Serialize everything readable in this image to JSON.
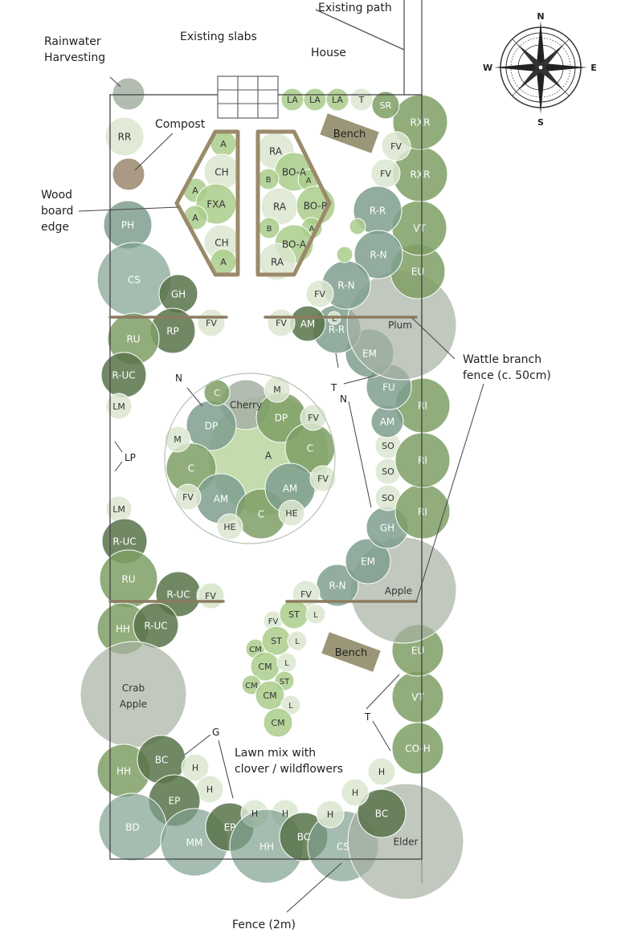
{
  "colors": {
    "pale": "#dbe6cf",
    "light": "#a9cc8a",
    "mid": "#7e9f65",
    "dark": "#58734a",
    "teal": "#7f9f8e",
    "grey": "#a6b0a2",
    "brown": "#9a8770",
    "wood": "#9b8a6a",
    "bench": "#9b9677",
    "line": "#555555"
  },
  "compass": {
    "n": "N",
    "s": "S",
    "e": "E",
    "w": "W"
  },
  "labels": {
    "existing_path": "Existing path",
    "existing_slabs": "Existing slabs",
    "house": "House",
    "rainwater": [
      "Rainwater",
      "Harvesting"
    ],
    "compost": "Compost",
    "wood_board_edge": [
      "Wood",
      "board",
      "edge"
    ],
    "wattle": [
      "Wattle branch",
      "fence (c. 50cm)"
    ],
    "lawn": [
      "Lawn mix with",
      "clover / wildflowers"
    ],
    "fence": "Fence (2m)",
    "bench": "Bench",
    "n": "N",
    "t": "T",
    "lp": "LP",
    "g": "G"
  },
  "plants": [
    {
      "label": "",
      "tone": "grey"
    },
    {
      "label": "RR",
      "tone": "pale"
    },
    {
      "label": "",
      "tone": "brown"
    },
    {
      "label": "PH",
      "tone": "teal"
    },
    {
      "label": "CS",
      "tone": "teal"
    },
    {
      "label": "GH",
      "tone": "dark"
    },
    {
      "label": "RP",
      "tone": "dark"
    },
    {
      "label": "RU",
      "tone": "mid"
    },
    {
      "label": "R-UC",
      "tone": "dark"
    },
    {
      "label": "LM",
      "tone": "pale"
    },
    {
      "label": "LM",
      "tone": "pale"
    },
    {
      "label": "R-UC",
      "tone": "dark"
    },
    {
      "label": "RU",
      "tone": "mid"
    },
    {
      "label": "R-UC",
      "tone": "dark"
    },
    {
      "label": "HH",
      "tone": "mid"
    },
    {
      "label": "R-UC",
      "tone": "dark"
    },
    {
      "label": "Crab",
      "tone": "grey"
    },
    {
      "label": "HH",
      "tone": "mid"
    },
    {
      "label": "BC",
      "tone": "dark"
    },
    {
      "label": "H",
      "tone": "pale"
    },
    {
      "label": "H",
      "tone": "pale"
    },
    {
      "label": "EP",
      "tone": "dark"
    },
    {
      "label": "BD",
      "tone": "teal"
    },
    {
      "label": "MM",
      "tone": "teal"
    },
    {
      "label": "EP",
      "tone": "dark"
    },
    {
      "label": "H",
      "tone": "pale"
    },
    {
      "label": "H",
      "tone": "pale"
    },
    {
      "label": "HH",
      "tone": "teal"
    },
    {
      "label": "BC",
      "tone": "dark"
    },
    {
      "label": "CS",
      "tone": "teal"
    },
    {
      "label": "H",
      "tone": "pale"
    },
    {
      "label": "Elder",
      "tone": "grey"
    },
    {
      "label": "BC",
      "tone": "dark"
    },
    {
      "label": "H",
      "tone": "pale"
    },
    {
      "label": "H",
      "tone": "pale"
    },
    {
      "label": "CO-H",
      "tone": "mid"
    },
    {
      "label": "VT",
      "tone": "mid"
    },
    {
      "label": "EU",
      "tone": "mid"
    },
    {
      "label": "Apple",
      "tone": "grey"
    },
    {
      "label": "R-N",
      "tone": "teal"
    },
    {
      "label": "EM",
      "tone": "teal"
    },
    {
      "label": "GH",
      "tone": "teal"
    },
    {
      "label": "SO",
      "tone": "pale"
    },
    {
      "label": "SO",
      "tone": "pale"
    },
    {
      "label": "SO",
      "tone": "pale"
    },
    {
      "label": "RI",
      "tone": "mid"
    },
    {
      "label": "RI",
      "tone": "mid"
    },
    {
      "label": "RI",
      "tone": "mid"
    },
    {
      "label": "AM",
      "tone": "teal"
    },
    {
      "label": "FU",
      "tone": "teal"
    },
    {
      "label": "EM",
      "tone": "teal"
    },
    {
      "label": "R-R",
      "tone": "teal"
    },
    {
      "label": "AM",
      "tone": "dark"
    },
    {
      "label": "Plum",
      "tone": "grey"
    },
    {
      "label": "EU",
      "tone": "mid"
    },
    {
      "label": "VT",
      "tone": "mid"
    },
    {
      "label": "RXR",
      "tone": "mid"
    },
    {
      "label": "RXR",
      "tone": "mid"
    },
    {
      "label": "SR",
      "tone": "mid"
    },
    {
      "label": "T",
      "tone": "pale"
    },
    {
      "label": "LA",
      "tone": "light"
    },
    {
      "label": "LA",
      "tone": "light"
    },
    {
      "label": "LA",
      "tone": "light"
    },
    {
      "label": "FV",
      "tone": "pale"
    },
    {
      "label": "FV",
      "tone": "pale"
    },
    {
      "label": "R-R",
      "tone": "teal"
    },
    {
      "label": "R-N",
      "tone": "teal"
    },
    {
      "label": "R-N",
      "tone": "teal"
    },
    {
      "label": "FV",
      "tone": "pale"
    },
    {
      "label": "",
      "tone": "light"
    },
    {
      "label": "",
      "tone": "light"
    },
    {
      "label": "FV",
      "tone": "pale"
    },
    {
      "label": "FV",
      "tone": "pale"
    },
    {
      "label": "FV",
      "tone": "pale"
    },
    {
      "label": "FV",
      "tone": "pale"
    },
    {
      "label": "A",
      "tone": "light"
    },
    {
      "label": "CH",
      "tone": "pale"
    },
    {
      "label": "A",
      "tone": "light"
    },
    {
      "label": "FXA",
      "tone": "light"
    },
    {
      "label": "A",
      "tone": "light"
    },
    {
      "label": "CH",
      "tone": "pale"
    },
    {
      "label": "A",
      "tone": "light"
    },
    {
      "label": "RA",
      "tone": "pale"
    },
    {
      "label": "BO-A",
      "tone": "light"
    },
    {
      "label": "B",
      "tone": "light"
    },
    {
      "label": "A",
      "tone": "light"
    },
    {
      "label": "RA",
      "tone": "pale"
    },
    {
      "label": "BO-R",
      "tone": "light"
    },
    {
      "label": "B",
      "tone": "light"
    },
    {
      "label": "A",
      "tone": "light"
    },
    {
      "label": "BO-A",
      "tone": "light"
    },
    {
      "label": "RA",
      "tone": "pale"
    },
    {
      "label": "A",
      "tone": "light"
    },
    {
      "label": "Cherry",
      "tone": "grey"
    },
    {
      "label": "DP",
      "tone": "mid"
    },
    {
      "label": "C",
      "tone": "mid"
    },
    {
      "label": "DP",
      "tone": "teal"
    },
    {
      "label": "C",
      "tone": "mid"
    },
    {
      "label": "AM",
      "tone": "teal"
    },
    {
      "label": "C",
      "tone": "mid"
    },
    {
      "label": "AM",
      "tone": "teal"
    },
    {
      "label": "C",
      "tone": "mid"
    },
    {
      "label": "M",
      "tone": "pale"
    },
    {
      "label": "FV",
      "tone": "pale"
    },
    {
      "label": "M",
      "tone": "pale"
    },
    {
      "label": "FV",
      "tone": "pale"
    },
    {
      "label": "FV",
      "tone": "pale"
    },
    {
      "label": "HE",
      "tone": "pale"
    },
    {
      "label": "HE",
      "tone": "pale"
    },
    {
      "label": "FV",
      "tone": "pale"
    },
    {
      "label": "ST",
      "tone": "light"
    },
    {
      "label": "L",
      "tone": "pale"
    },
    {
      "label": "CM",
      "tone": "light"
    },
    {
      "label": "ST",
      "tone": "light"
    },
    {
      "label": "L",
      "tone": "pale"
    },
    {
      "label": "CM",
      "tone": "light"
    },
    {
      "label": "L",
      "tone": "pale"
    },
    {
      "label": "CM",
      "tone": "light"
    },
    {
      "label": "ST",
      "tone": "light"
    },
    {
      "label": "CM",
      "tone": "light"
    },
    {
      "label": "L",
      "tone": "pale"
    },
    {
      "label": "CM",
      "tone": "light"
    },
    {
      "label": "L",
      "tone": "pale"
    },
    {
      "label": "",
      "tone": "pale"
    },
    {
      "label": "FV",
      "tone": "pale"
    }
  ],
  "crab_apple_second_line": "Apple"
}
